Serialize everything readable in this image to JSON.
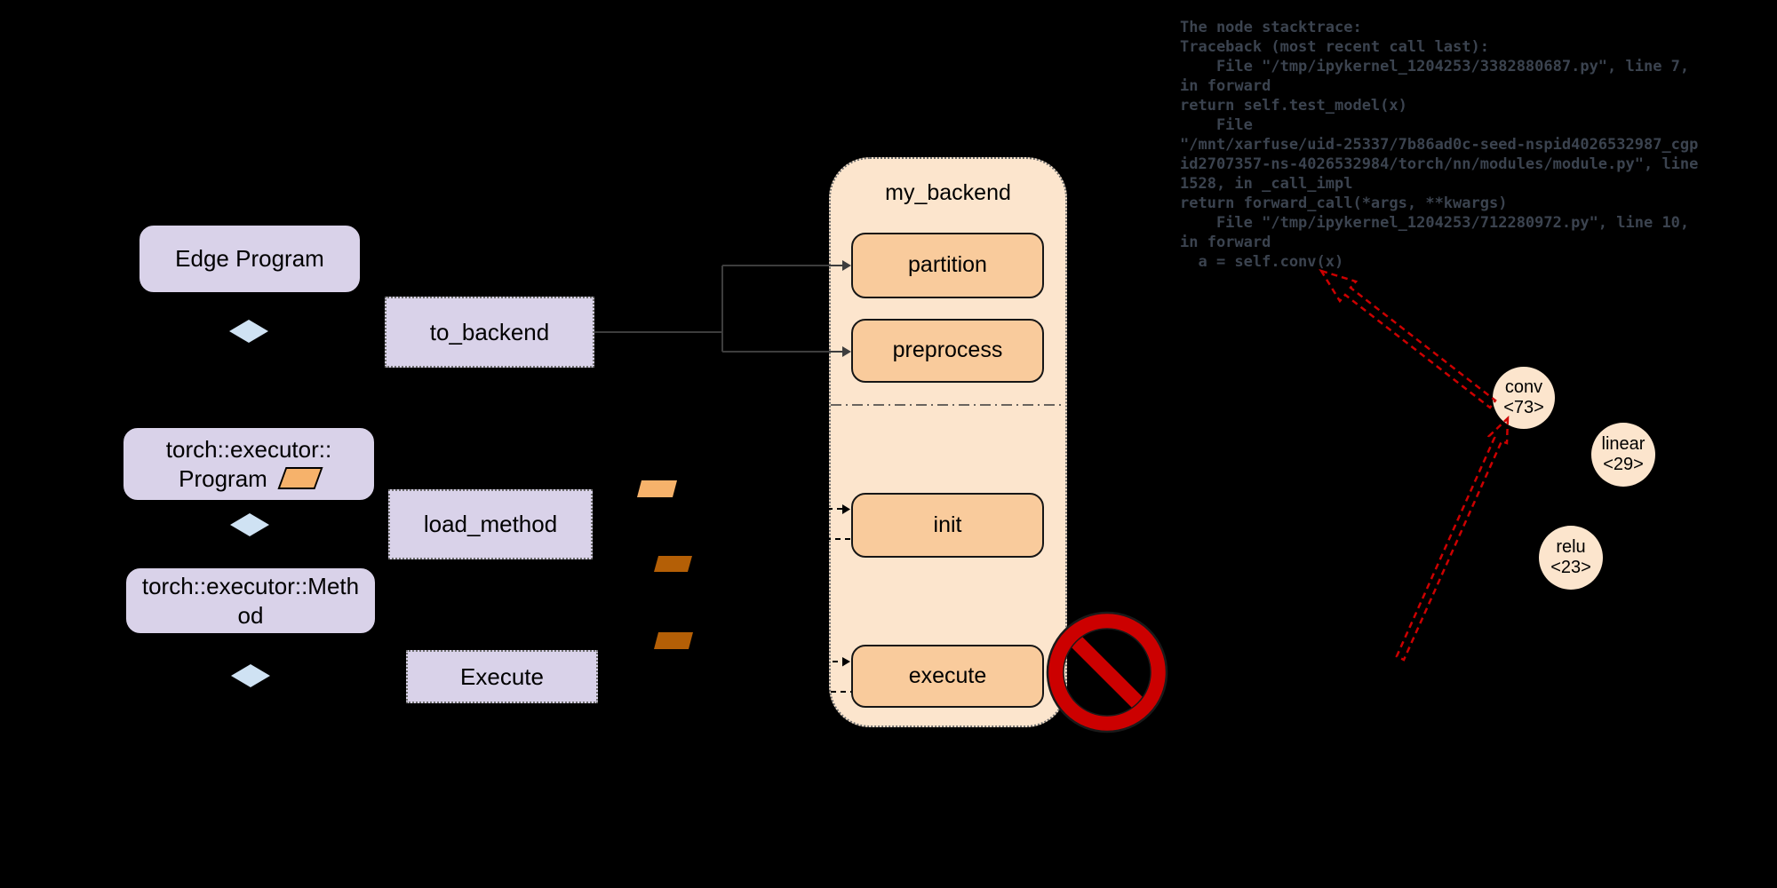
{
  "flow": {
    "edge_program_label": "Edge Program",
    "to_backend_label": "to_backend",
    "program_label_line1": "torch::executor::",
    "program_label_line2": "Program",
    "load_method_label": "load_method",
    "method_label_line1": "torch::executor::Meth",
    "method_label_line2": "od",
    "execute_label": "Execute"
  },
  "backend": {
    "title": "my_backend",
    "partition_label": "partition",
    "preprocess_label": "preprocess",
    "init_label": "init",
    "execute_label": "execute"
  },
  "graph": {
    "conv_name": "conv",
    "conv_id": "<73>",
    "linear_name": "linear",
    "linear_id": "<29>",
    "relu_name": "relu",
    "relu_id": "<23>"
  },
  "stacktrace": {
    "text": "The node stacktrace:\nTraceback (most recent call last):\n    File \"/tmp/ipykernel_1204253/3382880687.py\", line 7,\nin forward\nreturn self.test_model(x)\n    File\n\"/mnt/xarfuse/uid-25337/7b86ad0c-seed-nspid4026532987_cgp\nid2707357-ns-4026532984/torch/nn/modules/module.py\", line\n1528, in _call_impl\nreturn forward_call(*args, **kwargs)\n    File \"/tmp/ipykernel_1204253/712280972.py\", line 10,\nin forward\n  a = self.conv(x)"
  },
  "colors": {
    "background": "#000000",
    "lavender_box": "#d9d2e9",
    "peach_container": "#fce5cd",
    "orange_stage": "#f9cb9c",
    "orange_parallelogram": "#f6b26b",
    "dark_orange_parallelogram": "#b45f06",
    "blue_diamond": "#cfe2f3",
    "prohibition_red": "#cc0000",
    "arrow_red": "#cc0000",
    "stacktrace_text": "#3b434f",
    "connector_gray": "#3d3d3d"
  }
}
